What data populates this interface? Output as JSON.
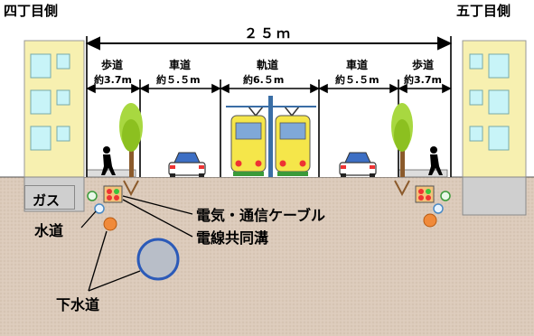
{
  "left_side": "四丁目側",
  "right_side": "五丁目側",
  "total_width": "２５ｍ",
  "lanes": [
    {
      "name": "歩道",
      "width": "約3.7m"
    },
    {
      "name": "車道",
      "width": "約５.５m"
    },
    {
      "name": "軌道",
      "width": "約6.５m"
    },
    {
      "name": "車道",
      "width": "約５.５m"
    },
    {
      "name": "歩道",
      "width": "約3.7m"
    }
  ],
  "utilities": {
    "gas": "ガス",
    "water": "水道",
    "cable": "電気・通信ケーブル",
    "duct": "電線共同溝",
    "sewer": "下水道"
  },
  "colors": {
    "ground": "#d8c8b8",
    "sky": "#ffffff",
    "building": "#f7f0b0",
    "window": "#c8f4f8",
    "tram": "#f5e64a",
    "pole": "#3a6ea5",
    "sewer": "#b8bec8"
  }
}
